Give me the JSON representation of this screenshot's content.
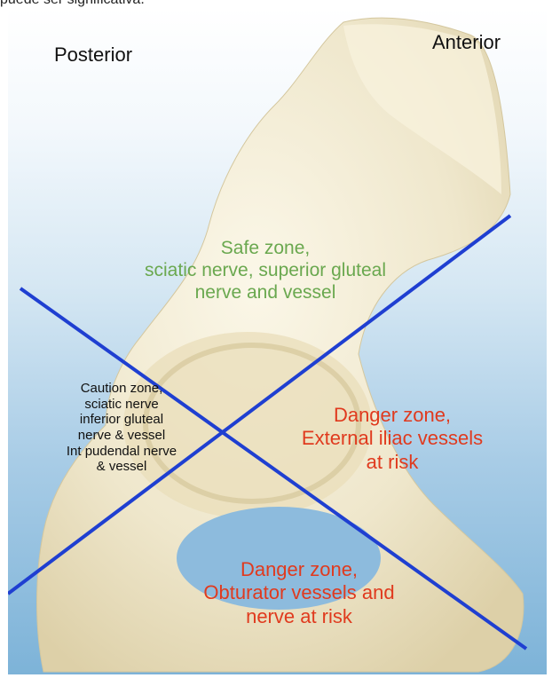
{
  "page": {
    "caption_fragment": "puede ser significativa."
  },
  "diagram": {
    "labels": {
      "posterior": "Posterior",
      "anterior": "Anterior"
    },
    "zones": {
      "safe": {
        "line1": "Safe zone,",
        "line2": "sciatic nerve, superior gluteal",
        "line3": "nerve and vessel",
        "color": "#6aa84f"
      },
      "caution": {
        "line1": "Caution zone,",
        "line2": "sciatic nerve",
        "line3": "inferior gluteal",
        "line4": "nerve & vessel",
        "line5": "Int pudendal nerve",
        "line6": "& vessel",
        "color": "#111111"
      },
      "danger_external_iliac": {
        "line1": "Danger zone,",
        "line2": "External iliac vessels",
        "line3": "at risk",
        "color": "#e03a1e"
      },
      "danger_obturator": {
        "line1": "Danger zone,",
        "line2": "Obturator vessels and",
        "line3": "nerve at risk",
        "color": "#e03a1e"
      }
    },
    "colors": {
      "bone": "#f1ead2",
      "divider_lines": "#1f3fd1",
      "background_top": "#ffffff",
      "background_bottom": "#7db3d8"
    }
  }
}
